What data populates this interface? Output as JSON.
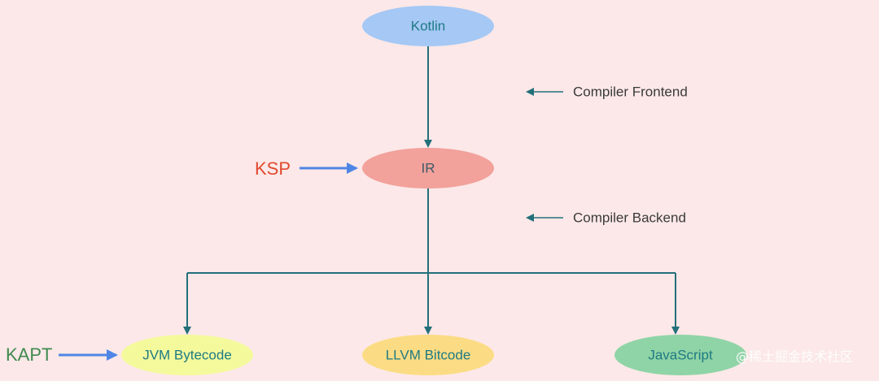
{
  "nodes": {
    "kotlin": {
      "label": "Kotlin",
      "fill": "#a5c8f5",
      "text_color": "#1f7a83"
    },
    "ir": {
      "label": "IR",
      "fill": "#f2a19b",
      "text_color": "#3d5a66"
    },
    "jvm": {
      "label": "JVM Bytecode",
      "fill": "#f4fa9c",
      "text_color": "#1f7a83"
    },
    "llvm": {
      "label": "LLVM Bitcode",
      "fill": "#fbdc84",
      "text_color": "#1f7a83"
    },
    "js": {
      "label": "JavaScript",
      "fill": "#8fd4a6",
      "text_color": "#1f7a83"
    }
  },
  "annotations": {
    "frontend": "Compiler Frontend",
    "backend": "Compiler Backend",
    "ksp": "KSP",
    "kapt": "KAPT"
  },
  "watermark": "@稀土掘金技术社区",
  "colors": {
    "connector": "#23707a",
    "blue_arrow": "#4f86e6",
    "ksp": "#e04a2f",
    "kapt": "#3f8a4f"
  }
}
